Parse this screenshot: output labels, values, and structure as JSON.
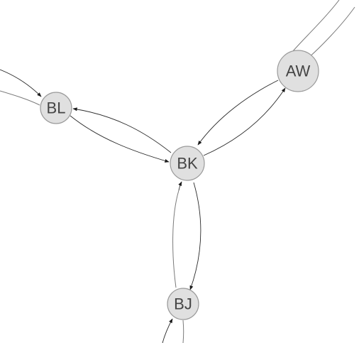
{
  "graph": {
    "node_fill": "#e0e0e0",
    "node_stroke": "#9a9a9a",
    "label_color": "#444444",
    "edge_color": "#2a2a2a",
    "nodes": [
      {
        "id": "AW",
        "label": "AW"
      },
      {
        "id": "BL",
        "label": "BL"
      },
      {
        "id": "BK",
        "label": "BK"
      },
      {
        "id": "BJ",
        "label": "BJ"
      }
    ],
    "edges": [
      {
        "from": "AW",
        "to": "BK"
      },
      {
        "from": "BK",
        "to": "AW"
      },
      {
        "from": "BK",
        "to": "BL"
      },
      {
        "from": "BL",
        "to": "BK"
      },
      {
        "from": "BK",
        "to": "BJ"
      },
      {
        "from": "BJ",
        "to": "BK"
      }
    ]
  }
}
